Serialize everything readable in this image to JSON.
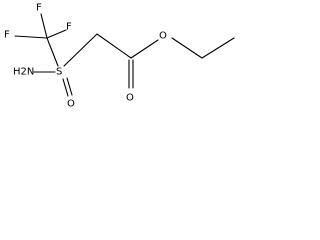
{
  "molecule": {
    "atom_labels": {
      "f_top": "F",
      "f_left": "F",
      "f_right": "F",
      "amine": "H2N",
      "sulfoxide": "S",
      "oxo_s": "O",
      "carbonyl_o": "O",
      "ester_o": "O"
    }
  }
}
